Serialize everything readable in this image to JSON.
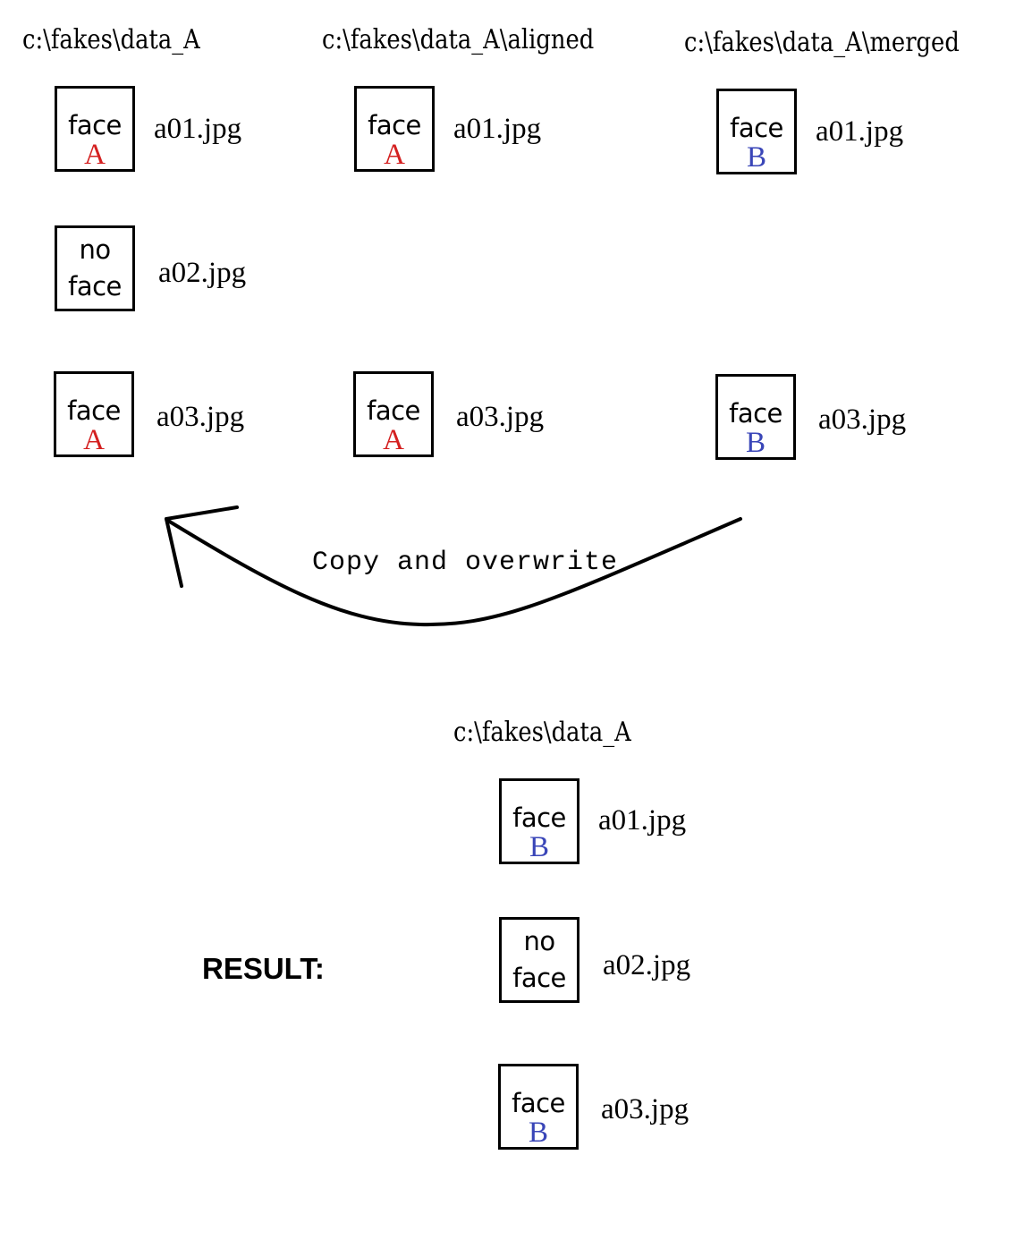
{
  "colors": {
    "face_a": "#d42020",
    "face_b": "#3a46b8",
    "ink": "#000000"
  },
  "source_folders": [
    {
      "path": "c:\\fakes\\data_A",
      "files": [
        {
          "name": "a01.jpg",
          "box_text": "face",
          "box_letter": "A",
          "type": "face-a"
        },
        {
          "name": "a02.jpg",
          "box_text": "no",
          "box_text2": "face",
          "type": "no-face"
        },
        {
          "name": "a03.jpg",
          "box_text": "face",
          "box_letter": "A",
          "type": "face-a"
        }
      ]
    },
    {
      "path": "c:\\fakes\\data_A\\aligned",
      "files": [
        {
          "name": "a01.jpg",
          "box_text": "face",
          "box_letter": "A",
          "type": "face-a"
        },
        {
          "name": "a03.jpg",
          "box_text": "face",
          "box_letter": "A",
          "type": "face-a"
        }
      ]
    },
    {
      "path": "c:\\fakes\\data_A\\merged",
      "files": [
        {
          "name": "a01.jpg",
          "box_text": "face",
          "box_letter": "B",
          "type": "face-b"
        },
        {
          "name": "a03.jpg",
          "box_text": "face",
          "box_letter": "B",
          "type": "face-b"
        }
      ]
    }
  ],
  "arrow": {
    "label": "Copy and overwrite"
  },
  "result": {
    "label": "RESULT:",
    "path": "c:\\fakes\\data_A",
    "files": [
      {
        "name": "a01.jpg",
        "box_text": "face",
        "box_letter": "B",
        "type": "face-b"
      },
      {
        "name": "a02.jpg",
        "box_text": "no",
        "box_text2": "face",
        "type": "no-face"
      },
      {
        "name": "a03.jpg",
        "box_text": "face",
        "box_letter": "B",
        "type": "face-b"
      }
    ]
  }
}
